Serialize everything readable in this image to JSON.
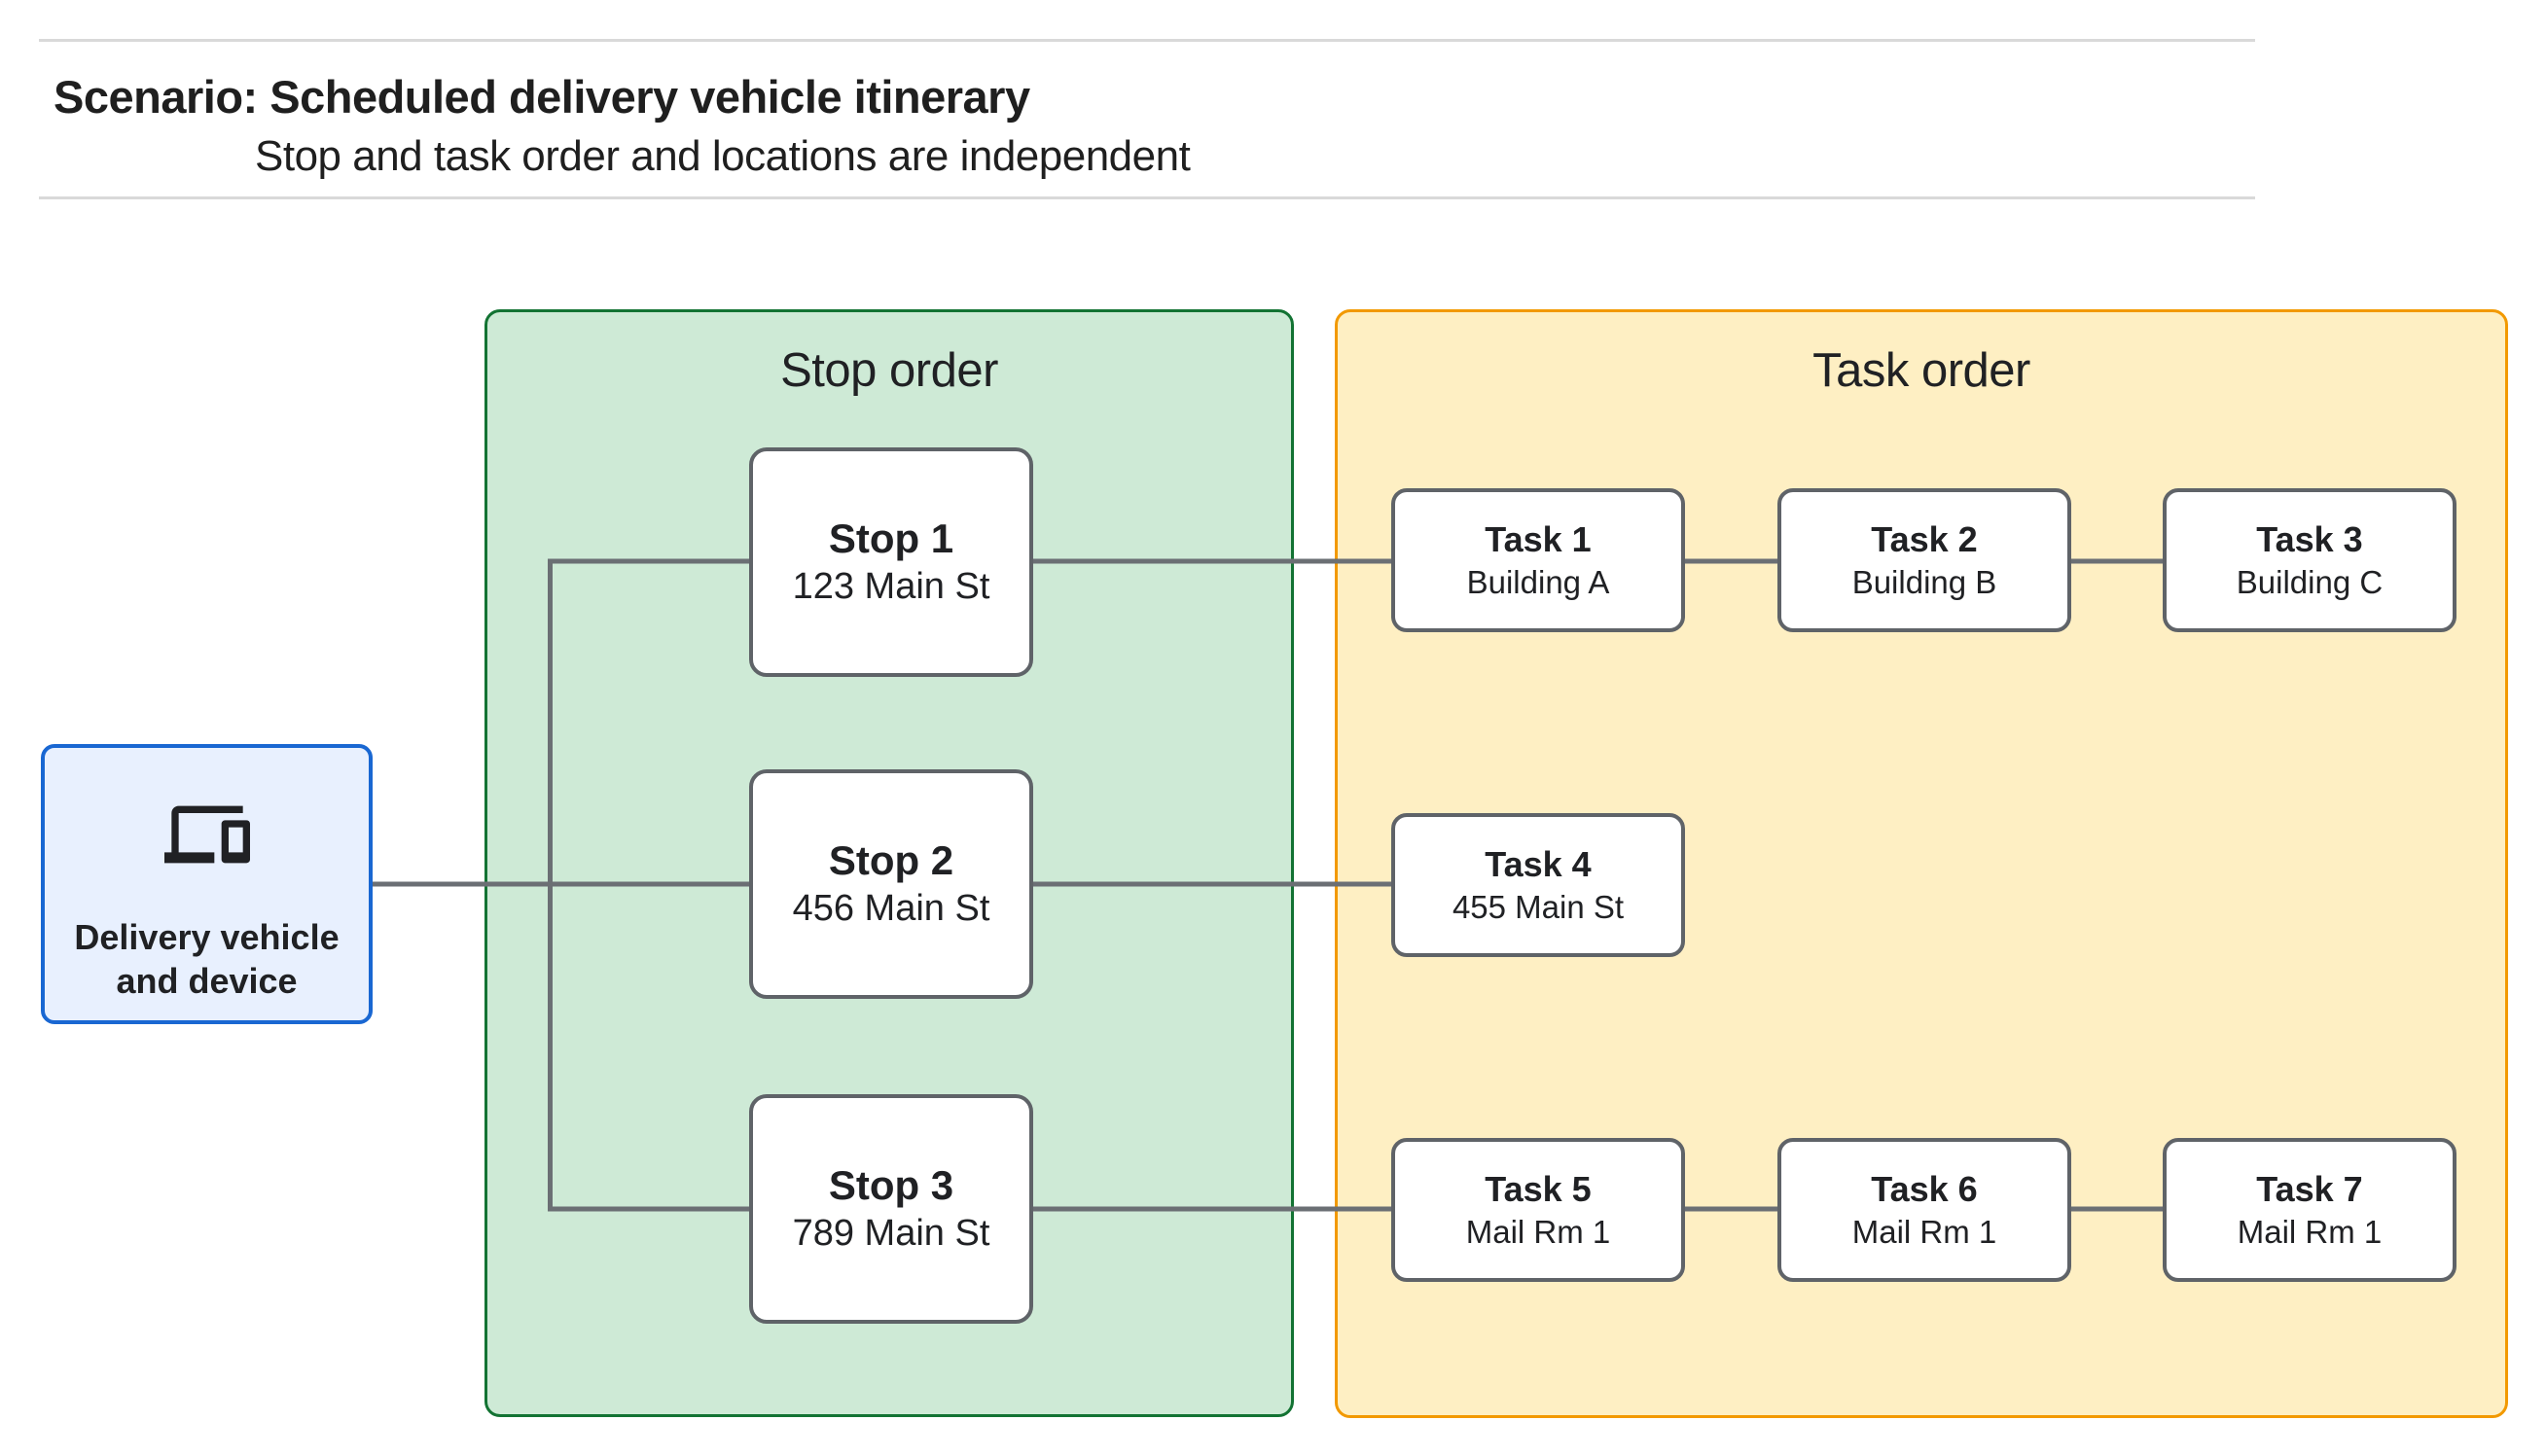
{
  "header": {
    "title": "Scenario: Scheduled delivery vehicle itinerary",
    "subtitle": "Stop and task order and locations are independent"
  },
  "vehicle": {
    "label": "Delivery vehicle and device",
    "icon": "devices-icon"
  },
  "panels": {
    "stop": {
      "title": "Stop order"
    },
    "task": {
      "title": "Task order"
    }
  },
  "stops": [
    {
      "title": "Stop 1",
      "subtitle": "123 Main St"
    },
    {
      "title": "Stop 2",
      "subtitle": "456 Main St"
    },
    {
      "title": "Stop 3",
      "subtitle": "789 Main St"
    }
  ],
  "tasks": [
    {
      "title": "Task 1",
      "subtitle": "Building A"
    },
    {
      "title": "Task 2",
      "subtitle": "Building B"
    },
    {
      "title": "Task 3",
      "subtitle": "Building C"
    },
    {
      "title": "Task 4",
      "subtitle": "455 Main St"
    },
    {
      "title": "Task 5",
      "subtitle": "Mail Rm 1"
    },
    {
      "title": "Task 6",
      "subtitle": "Mail Rm 1"
    },
    {
      "title": "Task 7",
      "subtitle": "Mail Rm 1"
    }
  ],
  "colors": {
    "stop-panel-fill": "#CEEAD6",
    "stop-panel-border": "#137333",
    "task-panel-fill": "#FEEFC3",
    "task-panel-border": "#F29900",
    "vehicle-fill": "#E8F0FE",
    "vehicle-border": "#1967D2",
    "node-border": "#5F6368",
    "connector": "#6B6F74",
    "text": "#202124",
    "rule": "#D9D9D9"
  }
}
